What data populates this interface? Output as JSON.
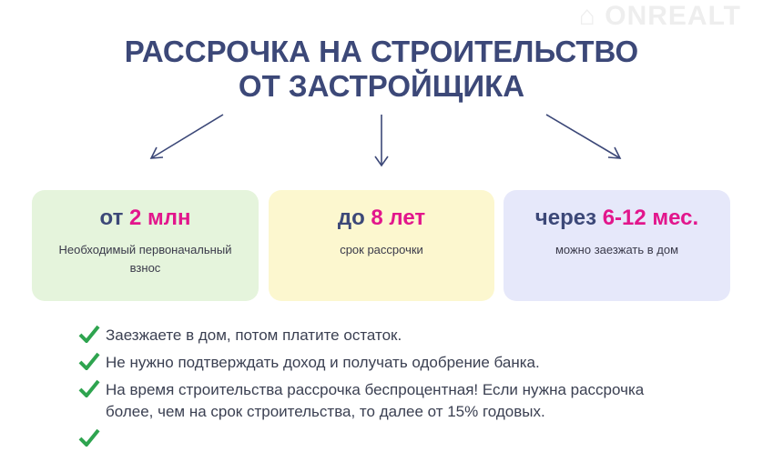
{
  "title": {
    "line1": "РАССРОЧКА НА СТРОИТЕЛЬСТВО",
    "line2": "ОТ ЗАСТРОЙЩИКА"
  },
  "watermark": "ONREALT",
  "colors": {
    "accent": "#e2168c",
    "navy": "#3c4878",
    "check": "#2ea44f"
  },
  "cards": [
    {
      "prefix": "от ",
      "value": "2 млн",
      "caption": "Необходимый первоначальный взнос"
    },
    {
      "prefix": "до ",
      "value": "8 лет",
      "caption": "срок рассрочки"
    },
    {
      "prefix": "через ",
      "value": "6-12 мес.",
      "caption": "можно заезжать в дом"
    }
  ],
  "benefits": [
    "Заезжаете в дом, потом платите остаток.",
    "Не нужно подтверждать доход и получать одобрение банка.",
    "На время строительства рассрочка беспроцентная! Если нужна рассрочка более, чем на срок строительства, то далее от 15% годовых."
  ]
}
